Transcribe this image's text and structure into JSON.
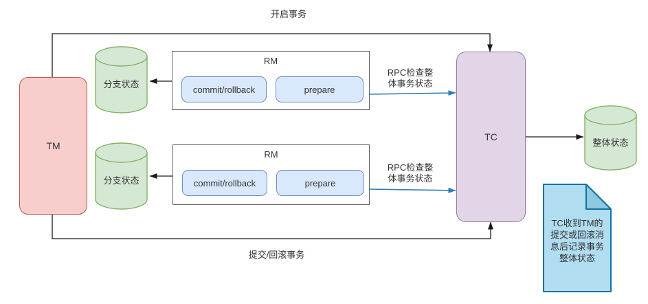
{
  "colors": {
    "tm_fill": "#f8cecc",
    "tm_stroke": "#b85450",
    "tc_fill": "#e1d5e7",
    "tc_stroke": "#9673a6",
    "db_fill": "#d5e8d4",
    "db_stroke": "#82b366",
    "rm_fill": "#ffffff",
    "rm_stroke": "#666666",
    "btn_fill": "#dae8fc",
    "btn_stroke": "#6c8ebf",
    "note_fill": "#b1ddf0",
    "note_fold": "#8fc8e2",
    "note_stroke": "#10739e",
    "edge_black": "#1a1a1a",
    "edge_blue": "#2d7bbf"
  },
  "edges": {
    "begin_tx_label": "开启事务",
    "commit_rollback_tx_label": "提交/回滚事务",
    "rpc_check_top": {
      "line1": "RPC检查整",
      "line2": "体事务状态"
    },
    "rpc_check_bottom": {
      "line1": "RPC检查整",
      "line2": "体事务状态"
    }
  },
  "nodes": {
    "tm": {
      "label": "TM"
    },
    "tc": {
      "label": "TC"
    },
    "rm_top": {
      "title": "RM",
      "buttons": {
        "commit": "commit/rollback",
        "prepare": "prepare"
      }
    },
    "rm_bottom": {
      "title": "RM",
      "buttons": {
        "commit": "commit/rollback",
        "prepare": "prepare"
      }
    },
    "branch_db_top": {
      "label": "分支状态"
    },
    "branch_db_bottom": {
      "label": "分支状态"
    },
    "global_db": {
      "label": "整体状态"
    },
    "note": {
      "lines": [
        "TC收到TM的",
        "提交或回滚消",
        "息后记录事务",
        "整体状态"
      ]
    }
  }
}
